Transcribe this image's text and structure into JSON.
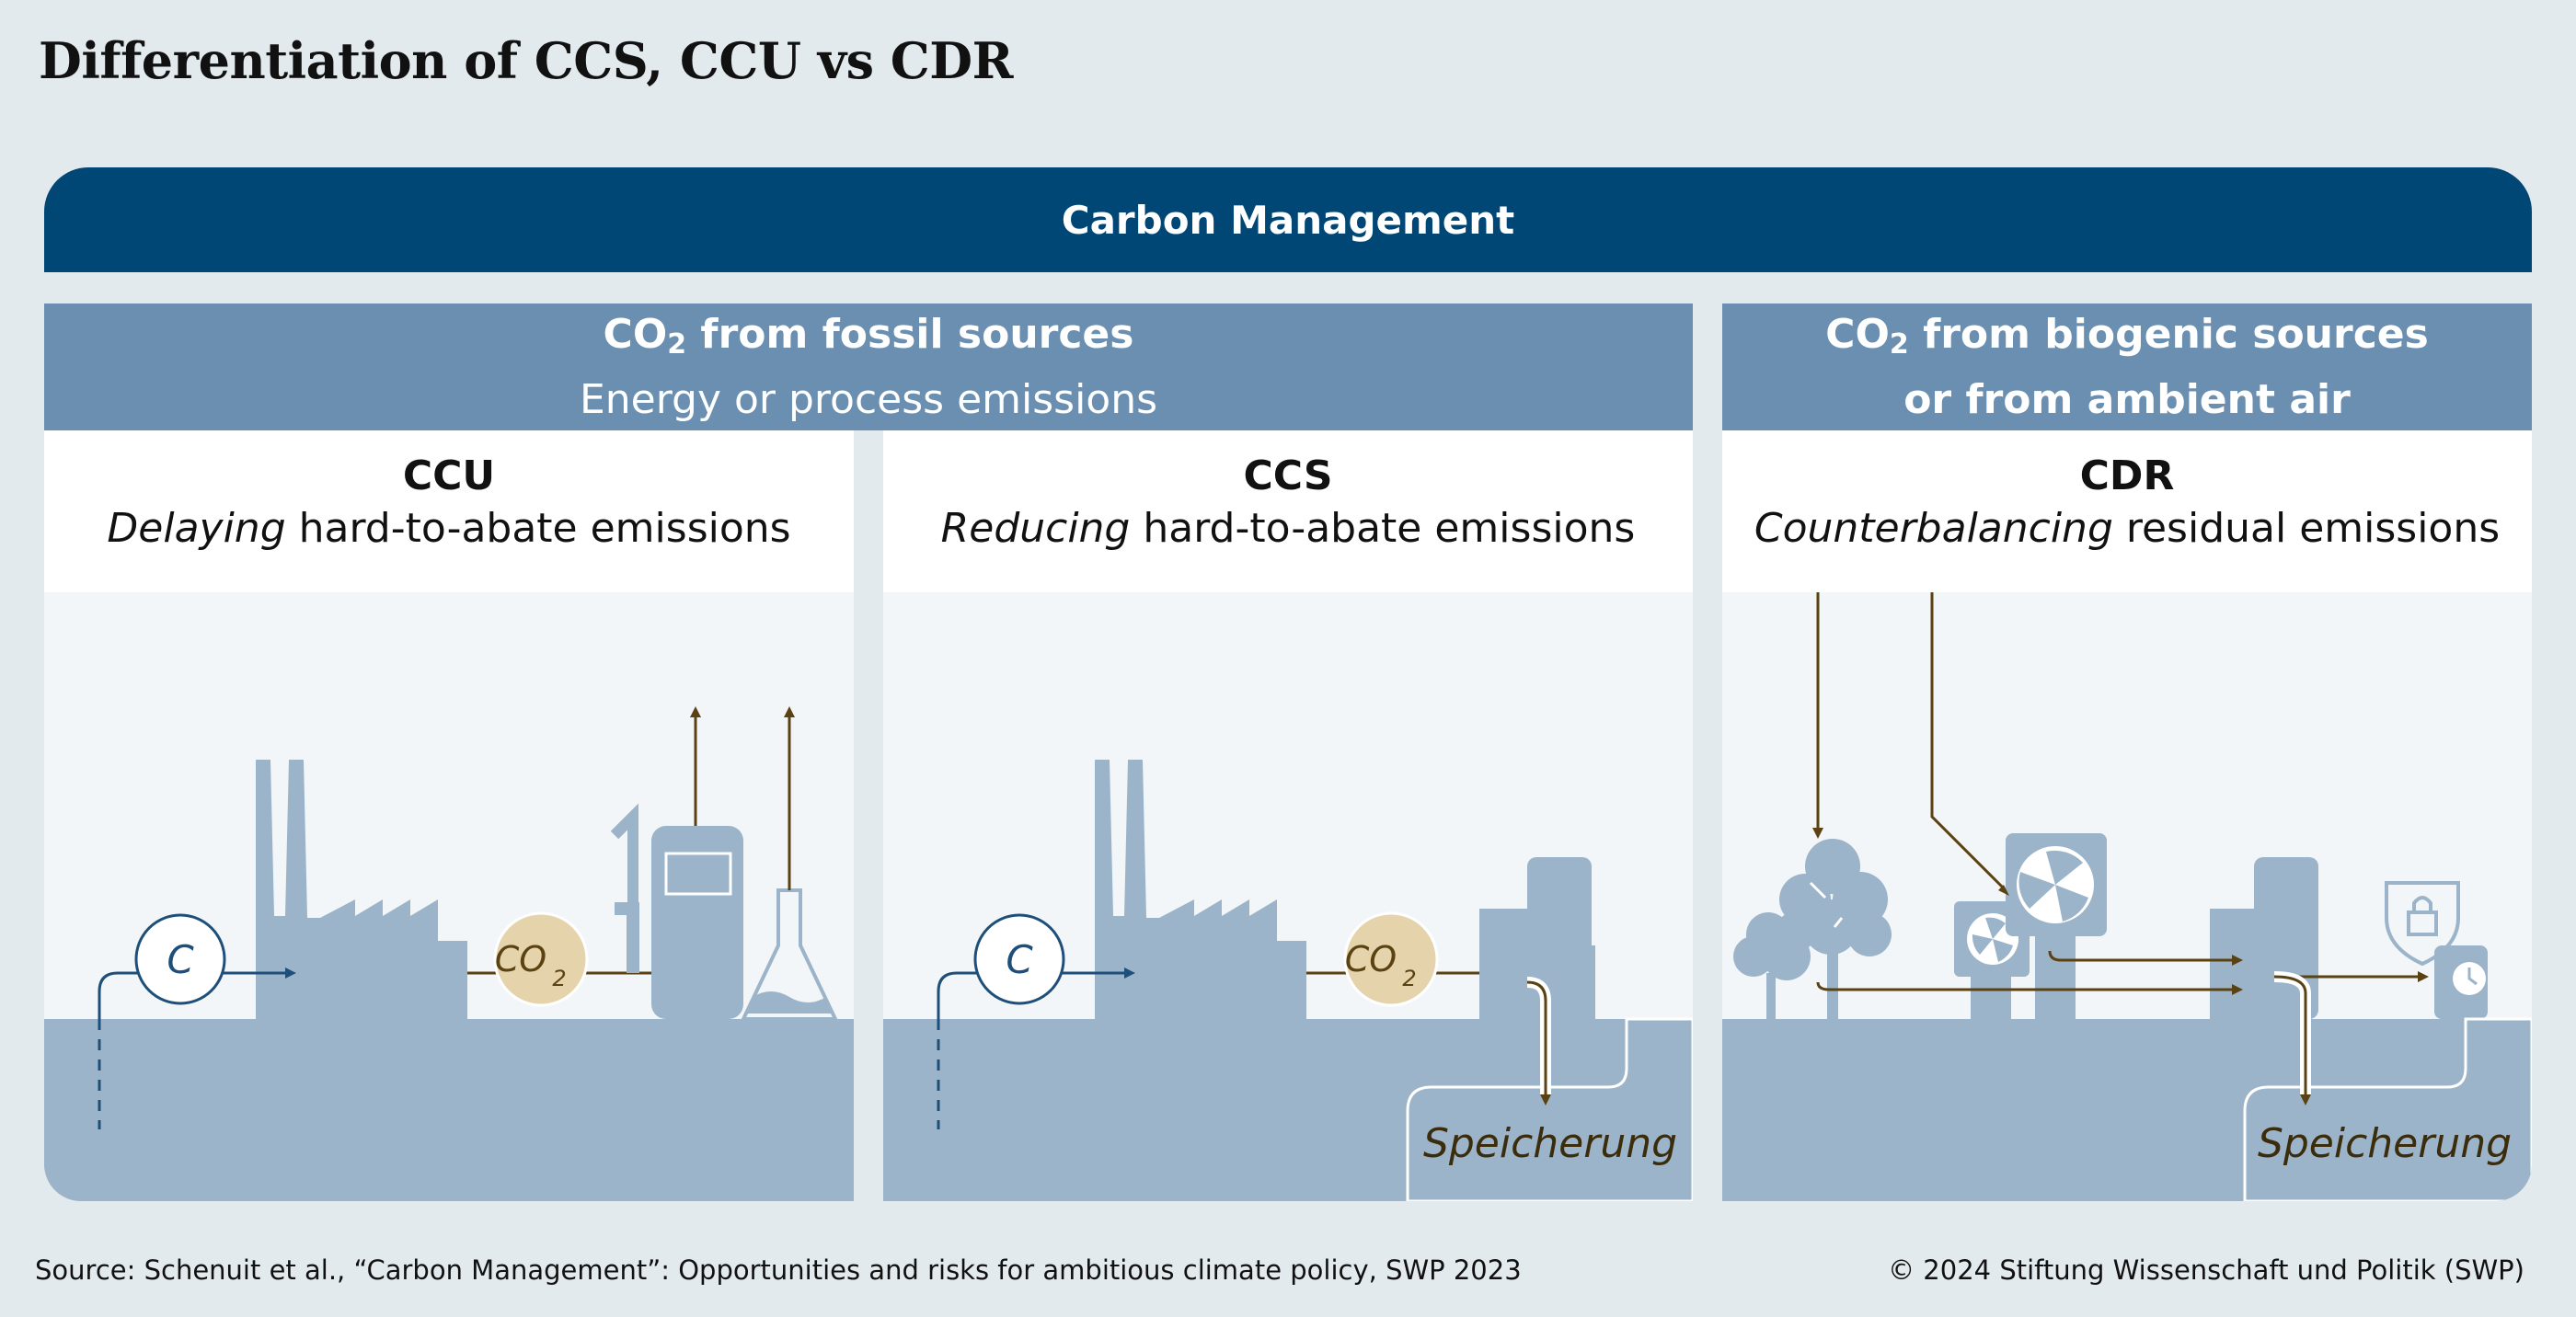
{
  "title": "Differentiation of CCS, CCU vs CDR",
  "banner": "Carbon Management",
  "categories": {
    "fossil": {
      "line1": "CO",
      "sub": "2",
      "line1_rest": " from fossil sources",
      "line2": "Energy or process emissions"
    },
    "biogenic": {
      "line1": "CO",
      "sub": "2",
      "line1_rest": " from biogenic sources",
      "line2": "or from ambient air"
    }
  },
  "panels": [
    {
      "code": "CCU",
      "desc_italic": "Delaying",
      "desc_rest": " hard-to-abate emissions"
    },
    {
      "code": "CCS",
      "desc_italic": "Reducing",
      "desc_rest": " hard-to-abate emissions"
    },
    {
      "code": "CDR",
      "desc_italic": "Counterbalancing",
      "desc_rest": " residual emissions"
    }
  ],
  "labels": {
    "carbon": "C",
    "co2_main": "CO",
    "co2_sub": "2",
    "storage": "Speicherung"
  },
  "footer": {
    "source": "Source: Schenuit et al., “Carbon Management”: Opportunities and risks for ambitious climate policy, SWP 2023",
    "copyright": "© 2024 Stiftung Wissenschaft und Politik (SWP)"
  },
  "colors": {
    "navy": "#004775",
    "category_blue": "#6a8fb0",
    "silhouette": "#9bb4c9",
    "co2_fill": "#e5d3ab",
    "arrow_brown": "#5a4213",
    "carbon_blue": "#1e4f7a"
  }
}
